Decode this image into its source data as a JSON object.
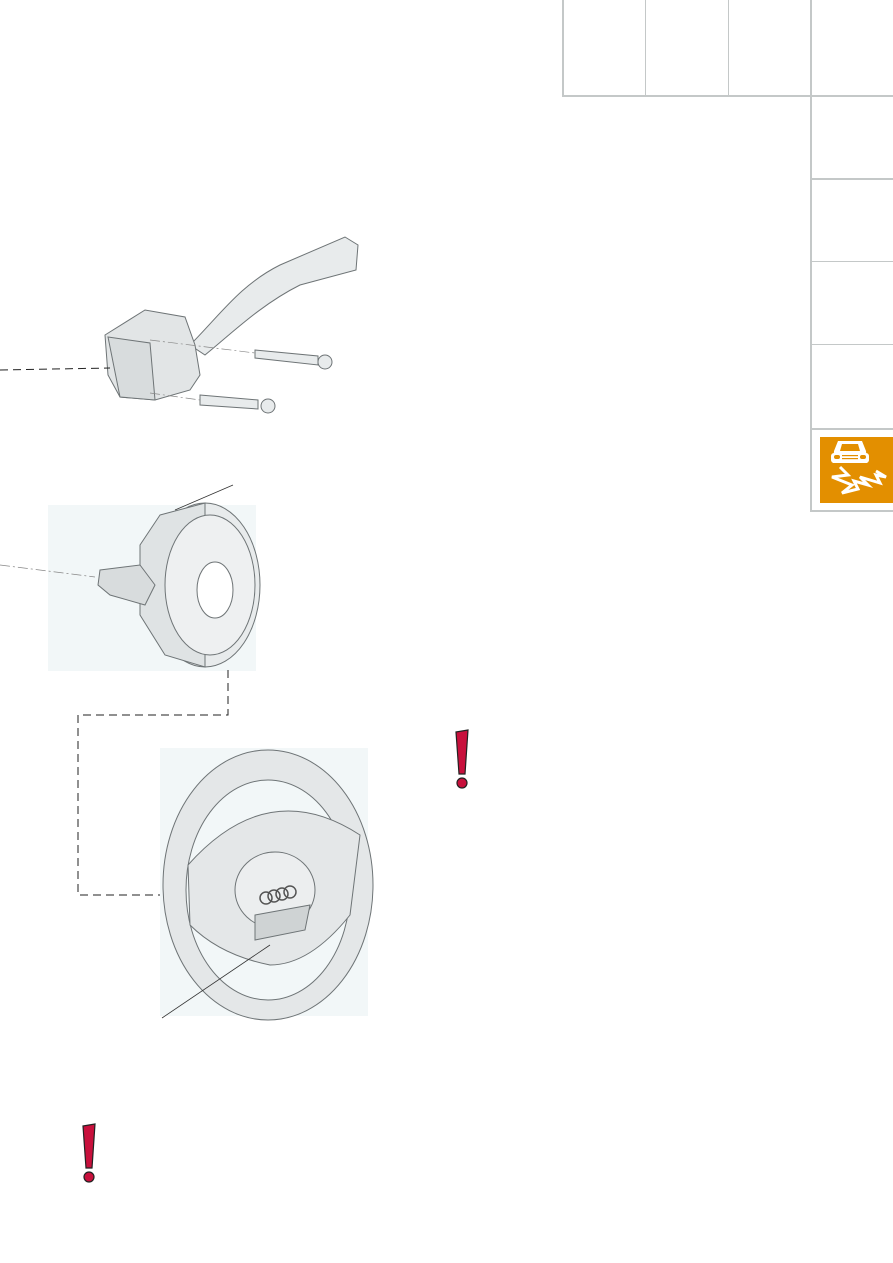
{
  "colors": {
    "grid": "#c4c8c8",
    "tab_icon_bg": "#e38f00",
    "warning": "#c8103c",
    "illustration_fill": "#e8ebec",
    "illustration_stroke": "#6e7476"
  },
  "icons": {
    "section_tab": "car-skidding-icon",
    "warnings": [
      "warning-exclamation-icon",
      "warning-exclamation-icon"
    ]
  },
  "illustrations": [
    "steering-column-switch-with-screws",
    "clock-spring-slip-ring",
    "steering-wheel-with-airbag"
  ]
}
